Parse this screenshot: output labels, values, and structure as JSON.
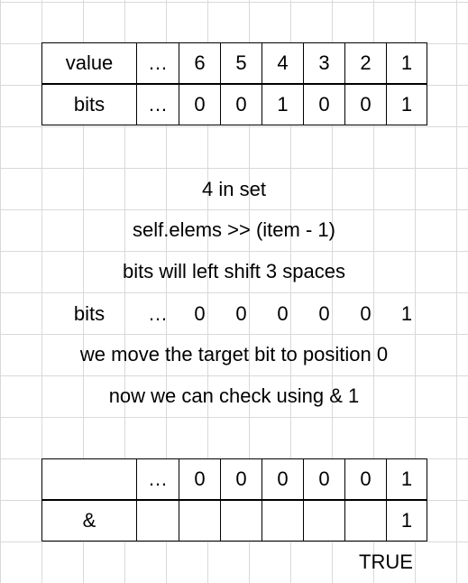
{
  "table_top": {
    "header_label": "value",
    "header_cells": [
      "…",
      "6",
      "5",
      "4",
      "3",
      "2",
      "1"
    ],
    "bits_label": "bits",
    "bits_cells": [
      "…",
      "0",
      "0",
      "1",
      "0",
      "0",
      "1"
    ]
  },
  "notes": {
    "line1": "4 in set",
    "line2": "self.elems >> (item - 1)",
    "line3": "bits will left shift 3 spaces"
  },
  "shifted": {
    "label": "bits",
    "cells": [
      "…",
      "0",
      "0",
      "0",
      "0",
      "0",
      "1"
    ]
  },
  "notes2": {
    "line4": "we move the target bit to position 0",
    "line5": "now we can check using  & 1"
  },
  "table_bottom": {
    "row1_label": "",
    "row1_cells": [
      "…",
      "0",
      "0",
      "0",
      "0",
      "0",
      "1"
    ],
    "row2_label": "&",
    "row2_cells": [
      "",
      "",
      "",
      "",
      "",
      "",
      "1"
    ]
  },
  "result": "TRUE"
}
